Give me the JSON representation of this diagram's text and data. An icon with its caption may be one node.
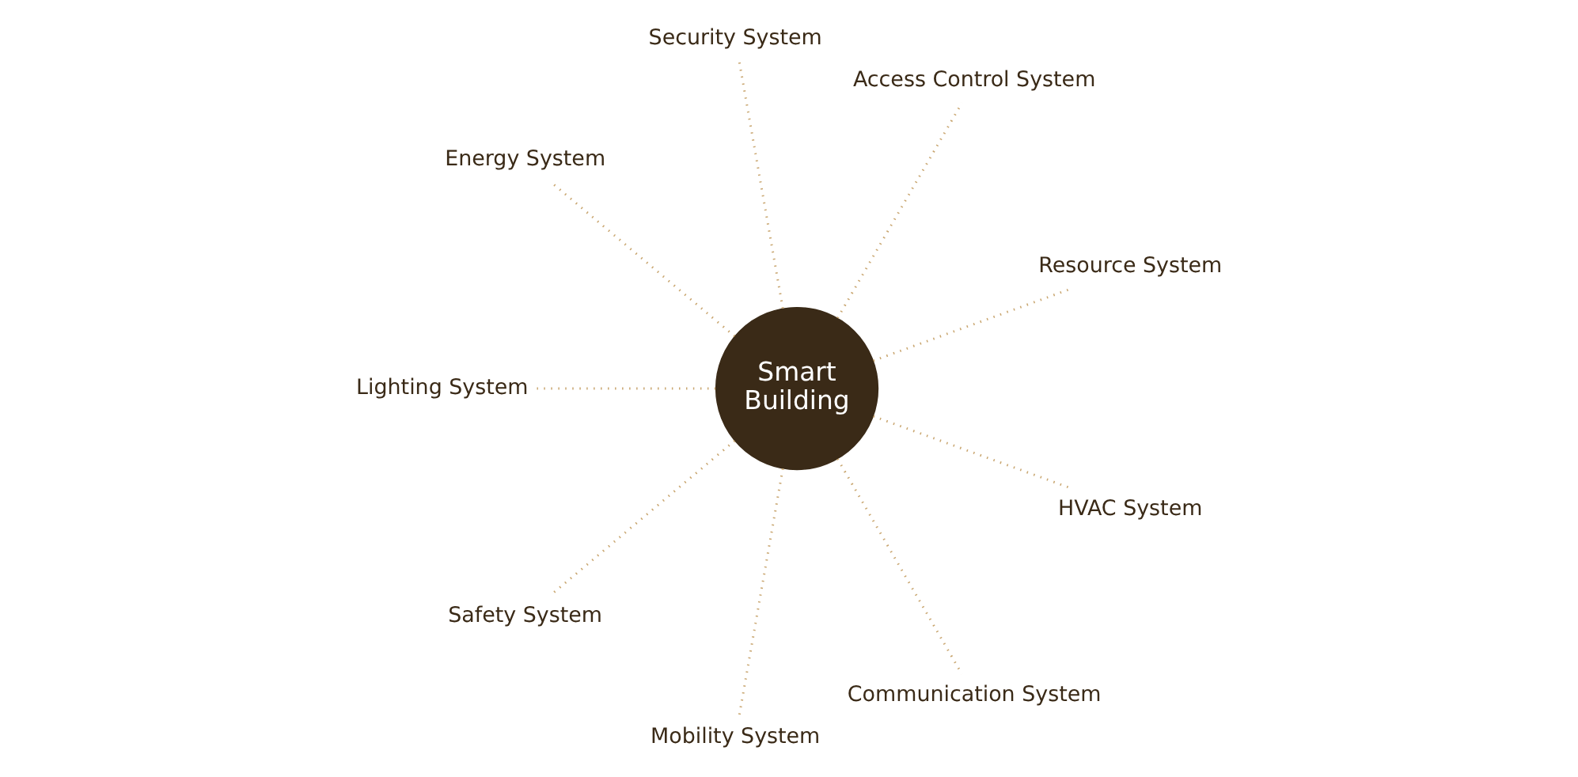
{
  "diagram": {
    "nodes": [
      {
        "text": [
          "Smart Building"
        ]
      },
      {
        "text": [
          "Resource System"
        ]
      },
      {
        "text": [
          "Access Control System"
        ]
      },
      {
        "text": [
          "Security System"
        ]
      },
      {
        "text": [
          "Energy System"
        ]
      },
      {
        "text": [
          "Lighting System"
        ]
      },
      {
        "text": [
          "Safety System"
        ]
      },
      {
        "text": [
          "Mobility System"
        ]
      },
      {
        "text": [
          "Communication System"
        ]
      },
      {
        "text": [
          "HVAC System"
        ]
      }
    ],
    "edges": [
      {
        "from": 0,
        "to": 1,
        "arrow": "none"
      },
      {
        "from": 0,
        "to": 3,
        "arrow": "none"
      },
      {
        "from": 0,
        "to": 5,
        "arrow": "none"
      },
      {
        "from": 0,
        "to": 7,
        "arrow": "none"
      },
      {
        "from": 0,
        "to": 9,
        "arrow": "none"
      },
      {
        "from": 0,
        "to": 8,
        "arrow": "none"
      },
      {
        "from": 0,
        "to": 6,
        "arrow": "none"
      },
      {
        "from": 0,
        "to": 4,
        "arrow": "none"
      },
      {
        "from": 0,
        "to": 2,
        "arrow": "none"
      }
    ]
  }
}
